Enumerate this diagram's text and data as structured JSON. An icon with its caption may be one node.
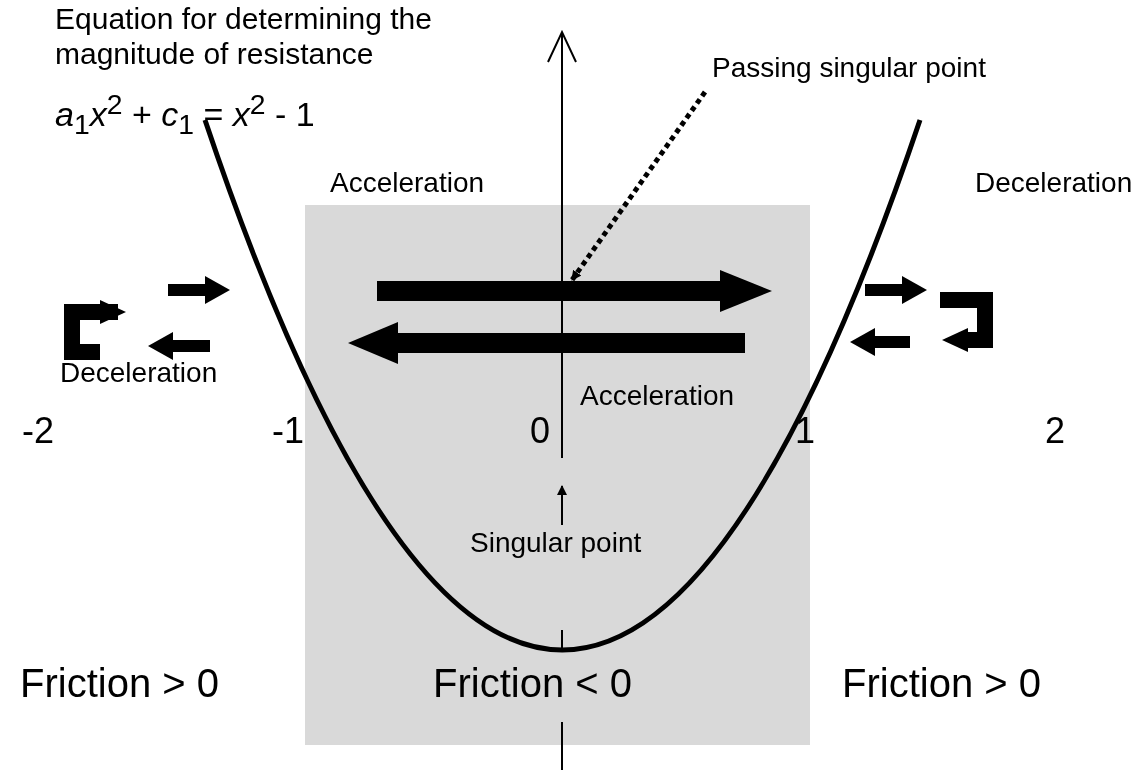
{
  "diagram": {
    "nodes": [
      {
        "text": [
          "Passing singular point"
        ]
      },
      {
        "text": [
          "Singular point"
        ]
      }
    ],
    "edges": [
      {
        "from": 0,
        "to": null,
        "arrow": "to",
        "style": "dashed"
      },
      {
        "from": 1,
        "to": null,
        "arrow": "to"
      }
    ],
    "labels": [
      "Equation for determining the magnitude of resistance",
      "*a*$_{1}$*x*$^{2}$ + *c*$_{1}$ = *x*$^{2}$ - 1",
      "Acceleration",
      "Deceleration",
      "Deceleration",
      "Acceleration",
      "-2",
      "-1",
      "0",
      "1",
      "2",
      "Friction > 0",
      "Friction < 0",
      "Friction > 0"
    ]
  }
}
